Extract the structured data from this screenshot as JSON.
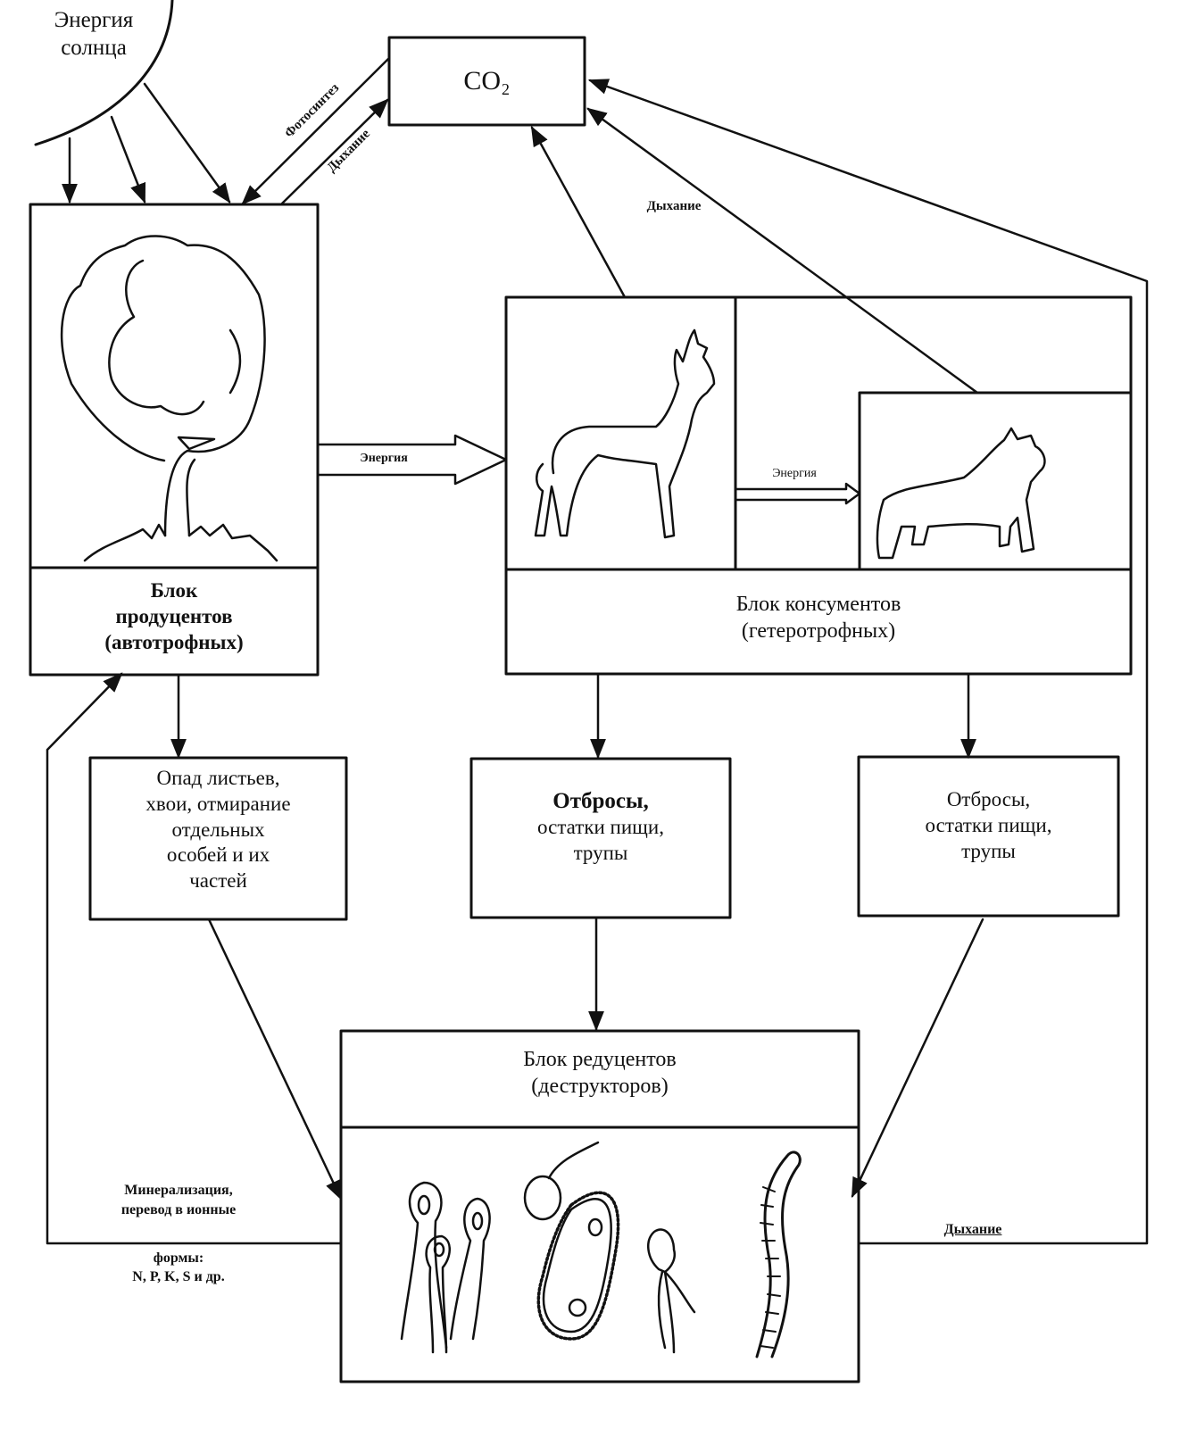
{
  "title": "Схема потоков энергии и круговорота веществ в экосистеме",
  "sun": {
    "label_line1": "Энергия",
    "label_line2": "солнца",
    "icon": "sun-icon"
  },
  "co2": {
    "label": "CO₂"
  },
  "arrows": {
    "photosynthesis": "Фотосинтез",
    "respiration_producers": "Дыхание",
    "respiration_consumers": "Дыхание",
    "respiration_reducers": "Дыхание",
    "energy_producers_to_consumers": "Энергия",
    "energy_herbivore_to_predator": "Энергия"
  },
  "producers": {
    "icon": "tree-icon",
    "label_lines": [
      "Блок",
      "продуцентов",
      "(автотрофных)"
    ]
  },
  "consumers": {
    "icons": [
      "deer-icon",
      "wolf-icon"
    ],
    "label_lines": [
      "Блок консументов",
      "(гетеротрофных)"
    ]
  },
  "litter": {
    "label_lines": [
      "Опад листьев,",
      "хвои, отмирание",
      "отдельных",
      "особей и их",
      "частей"
    ]
  },
  "waste1": {
    "label_lines": [
      "Отбросы,",
      "остатки пищи,",
      "трупы"
    ]
  },
  "waste2": {
    "label_lines": [
      "Отбросы,",
      "остатки пищи,",
      "трупы"
    ]
  },
  "reducers": {
    "icons": [
      "fungi-icon",
      "flagellate-icon",
      "ciliate-bacterium-icon",
      "bacterium-icon",
      "worm-icon"
    ],
    "label_lines": [
      "Блок редуцентов",
      "(деструкторов)"
    ]
  },
  "mineralization": {
    "label_lines": [
      "Минерализация,",
      "перевод в ионные",
      "формы:",
      "N, P, K, S и др."
    ]
  }
}
